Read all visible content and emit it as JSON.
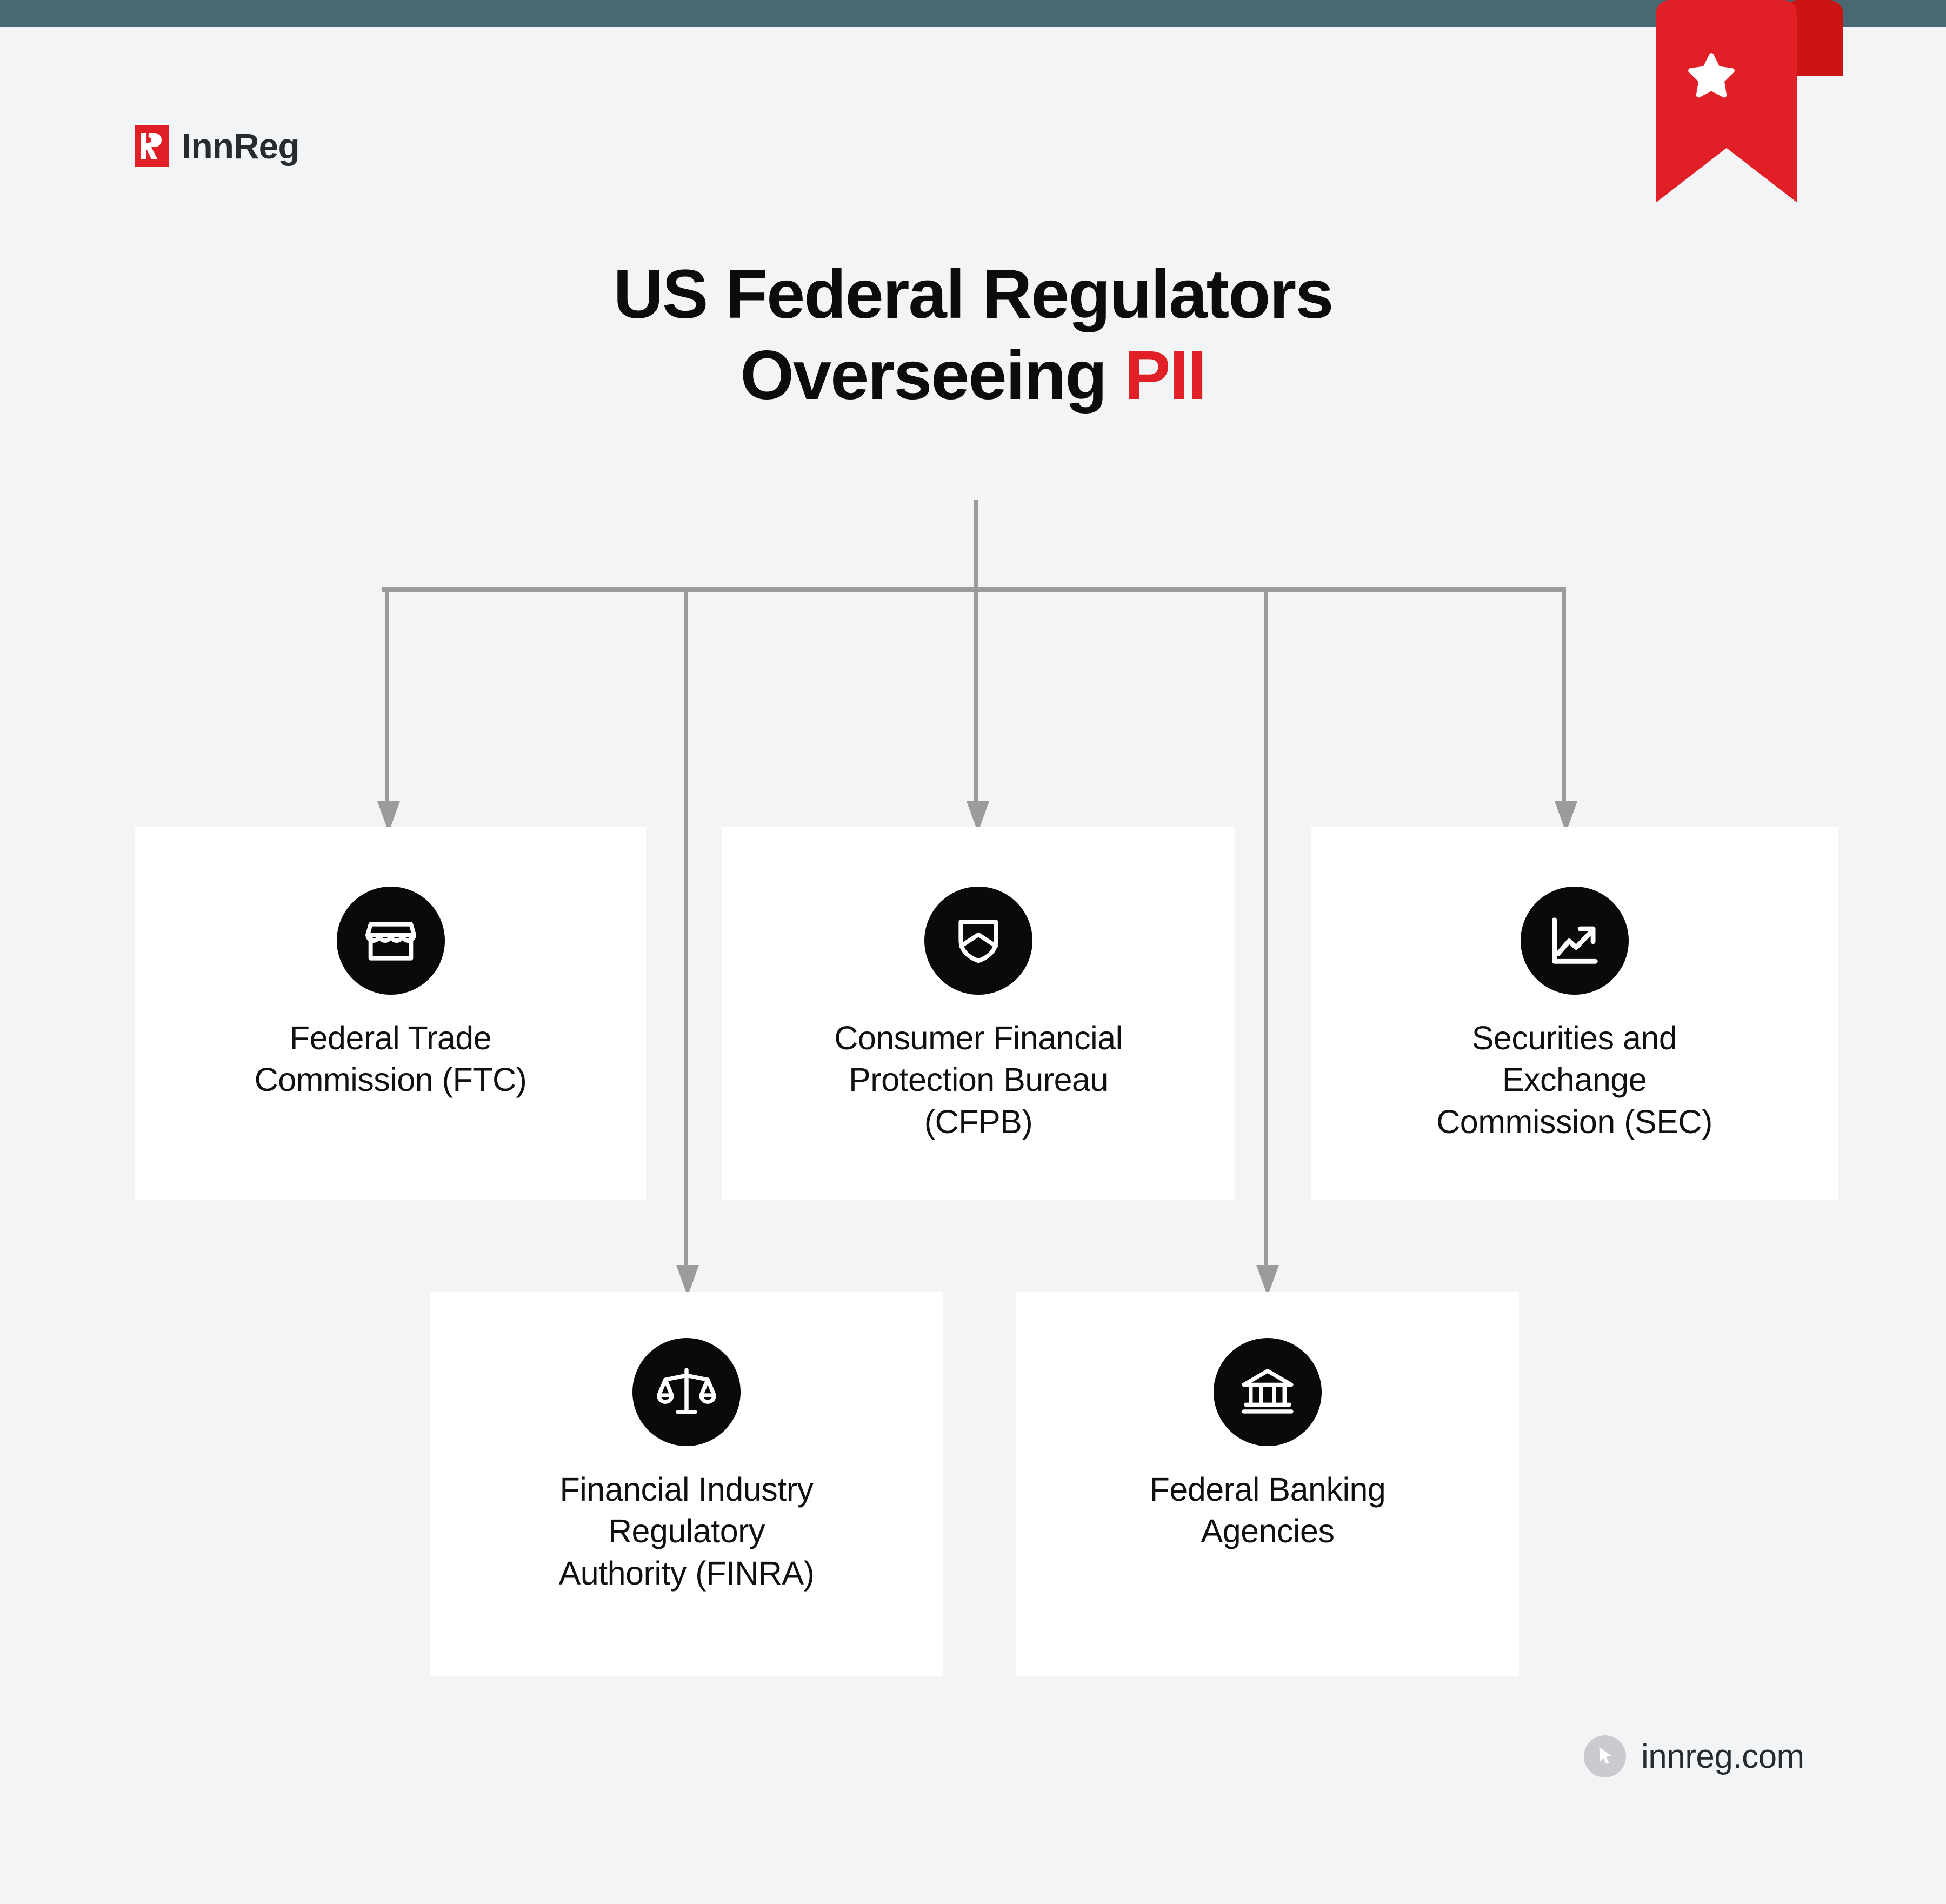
{
  "brand": {
    "logo_text": "InnReg",
    "logo_mark_icon": "innreg-r-mark-icon",
    "accent_color": "#e01f26",
    "dark_color": "#252b2e"
  },
  "topbar": {
    "color": "#4a6871"
  },
  "ribbon": {
    "icon": "bookmark-star-icon",
    "star_icon": "star-icon",
    "color": "#e01f26",
    "tab_color": "#cc1414"
  },
  "title": {
    "line1": "US Federal Regulators",
    "line2_prefix": "Overseeing ",
    "line2_accent": "PII"
  },
  "diagram": {
    "connector_color": "#9b9b9b",
    "card_background": "#ffffff",
    "icon_circle_color": "#0a0a0a",
    "row1": [
      {
        "id": "ftc",
        "label": "Federal Trade\nCommission (FTC)",
        "icon": "storefront-icon"
      },
      {
        "id": "cfpb",
        "label": "Consumer Financial\nProtection Bureau\n(CFPB)",
        "icon": "shield-icon"
      },
      {
        "id": "sec",
        "label": "Securities and\nExchange\nCommission (SEC)",
        "icon": "line-chart-up-icon"
      }
    ],
    "row2": [
      {
        "id": "finra",
        "label": "Financial Industry\nRegulatory\nAuthority (FINRA)",
        "icon": "scales-balance-icon"
      },
      {
        "id": "fba",
        "label": "Federal Banking\nAgencies",
        "icon": "bank-building-icon"
      }
    ]
  },
  "footer": {
    "site": "innreg.com",
    "icon": "cursor-pointer-icon"
  }
}
